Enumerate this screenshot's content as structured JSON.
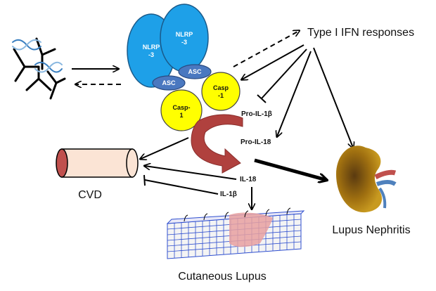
{
  "labels": {
    "type1_ifn": "Type I IFN responses",
    "pro_il1b": "Pro-IL-1β",
    "pro_il18": "Pro-IL-18",
    "il18": "IL-18",
    "il1b": "IL-1β",
    "cvd": "CVD",
    "lupus_nephritis": "Lupus Nephritis",
    "cutaneous_lupus": "Cutaneous Lupus"
  },
  "inflammasome": {
    "nlrp_left": [
      "NLRP",
      "-3"
    ],
    "nlrp_right": [
      "NLRP",
      "-3"
    ],
    "asc_left": "ASC",
    "asc_right": "ASC",
    "casp_left": [
      "Casp-",
      "1"
    ],
    "casp_right": [
      "Casp",
      "-1"
    ]
  },
  "colors": {
    "nlrp": "#1ea0e8",
    "asc": "#4a78c0",
    "casp": "#ffff00",
    "arc_arrow": "#b0413e",
    "vessel_fill": "#fbe4d5",
    "vessel_lumen": "#c0504d",
    "skin_grid": "#2f4fcf",
    "skin_lesion": "#e8a0a0",
    "kidney": "#b8860b"
  }
}
